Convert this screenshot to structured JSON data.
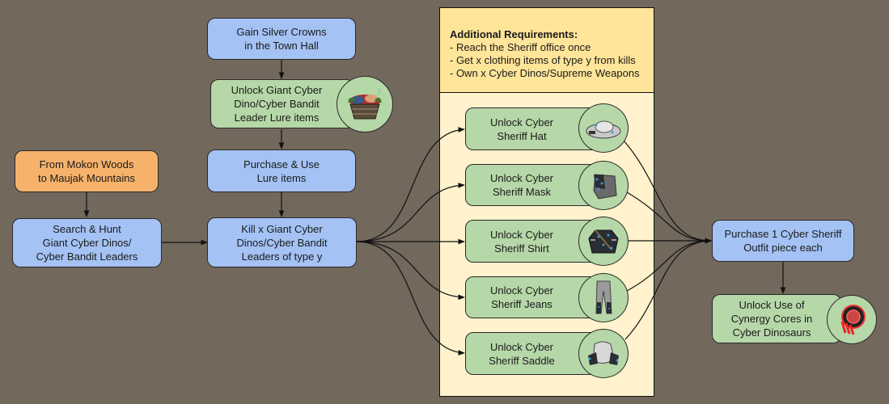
{
  "colors": {
    "background": "#72685c",
    "action_node": "#a4c2f4",
    "unlock_node": "#b6d7a8",
    "location_node": "#f6b26b",
    "requirements_header": "#ffe599",
    "requirements_body": "#fff2cc"
  },
  "nodes": {
    "gain_crowns": "Gain Silver Crowns\nin the Town Hall",
    "unlock_lure": "Unlock Giant Cyber\nDino/Cyber Bandit\nLeader Lure items",
    "purchase_lure": "Purchase & Use\nLure items",
    "from_mokon": "From Mokon Woods\nto Maujak Mountains",
    "search_hunt": "Search & Hunt\nGiant Cyber Dinos/\nCyber Bandit Leaders",
    "kill_x": "Kill x Giant Cyber\nDinos/Cyber Bandit\nLeaders of type y",
    "unlock_hat": "Unlock Cyber\nSheriff Hat",
    "unlock_mask": "Unlock Cyber\nSheriff Mask",
    "unlock_shirt": "Unlock Cyber\nSheriff Shirt",
    "unlock_jeans": "Unlock Cyber\nSheriff Jeans",
    "unlock_saddle": "Unlock Cyber\nSheriff Saddle",
    "purchase_outfit": "Purchase 1 Cyber Sheriff\nOutfit piece each",
    "unlock_cores": "Unlock Use of\nCynergy Cores in\nCyber Dinosaurs"
  },
  "icons": {
    "lure": "lure-basket-icon",
    "hat": "sheriff-hat-icon",
    "mask": "sheriff-mask-icon",
    "shirt": "sheriff-shirt-icon",
    "jeans": "sheriff-jeans-icon",
    "saddle": "sheriff-saddle-icon",
    "core": "cynergy-core-icon"
  },
  "requirements": {
    "title": "Additional Requirements:",
    "items": [
      "- Reach the Sheriff office once",
      "- Get x clothing items of type y from kills",
      "- Own x Cyber Dinos/Supreme Weapons"
    ]
  }
}
